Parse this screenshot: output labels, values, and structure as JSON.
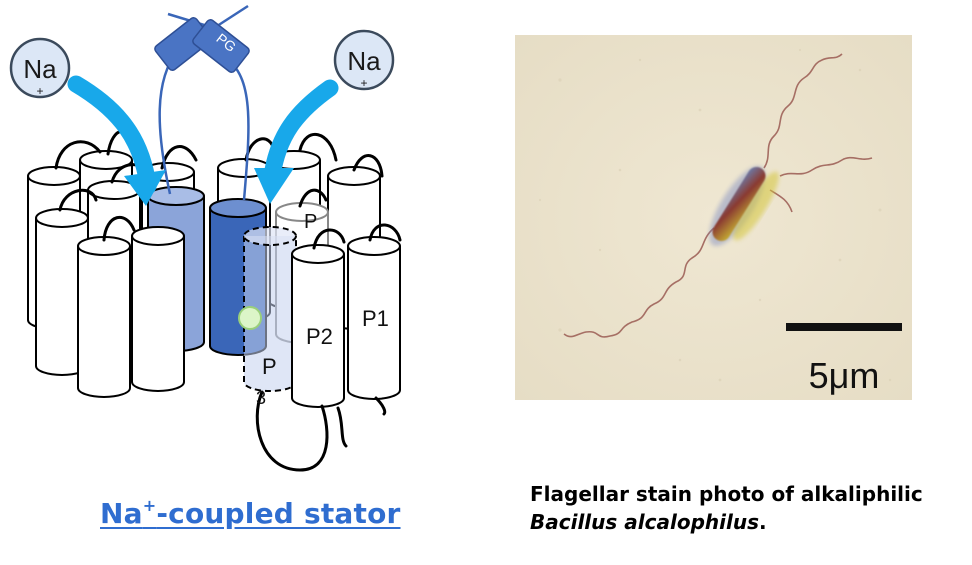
{
  "diagram": {
    "ions": [
      "Na",
      "Na"
    ],
    "ion_charge": "+",
    "linker_label": "PG",
    "helix_labels": {
      "p3": "P",
      "p3_sub": "3",
      "p2": "P2",
      "p1": "P1",
      "partial": "P"
    },
    "title_prefix": "Na",
    "title_sup": "+",
    "title_rest": "-coupled stator"
  },
  "photo": {
    "scale_label": "5μm"
  },
  "caption": {
    "line1": "Flagellar stain photo of alkaliphilic",
    "italic": "Bacillus alcalophilus",
    "period": "."
  },
  "colors": {
    "arrow": "#18a8ea",
    "dark_blue": "#3a66b8",
    "light_blue": "#8aa3d8",
    "ion_fill": "#dce7f6",
    "title": "#2f6dd0"
  }
}
